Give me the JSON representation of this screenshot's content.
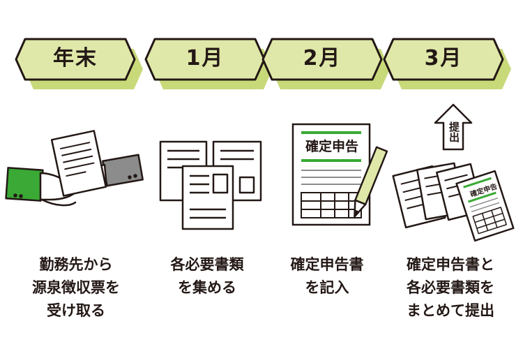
{
  "steps": [
    {
      "label": "年末",
      "caption": "勤務先から\n源泉徴収票を\n受け取る"
    },
    {
      "label": "1月",
      "caption": "各必要書類\nを集める"
    },
    {
      "label": "2月",
      "caption": "確定申告書\nを記入"
    },
    {
      "label": "3月",
      "caption": "確定申告書と\n各必要書類を\nまとめて提出"
    }
  ],
  "form_title": "確定申告",
  "small_form_title": "確定申告",
  "arrow_label": "提出",
  "colors": {
    "banner_fill": "#dfe8a8",
    "banner_shadow": "#c8d97a",
    "outline": "#231815",
    "accent_green": "#3aa935",
    "sleeve_green": "#3aa935",
    "sleeve_gray": "#8c8c8c",
    "pencil": "#dfe8a8"
  }
}
